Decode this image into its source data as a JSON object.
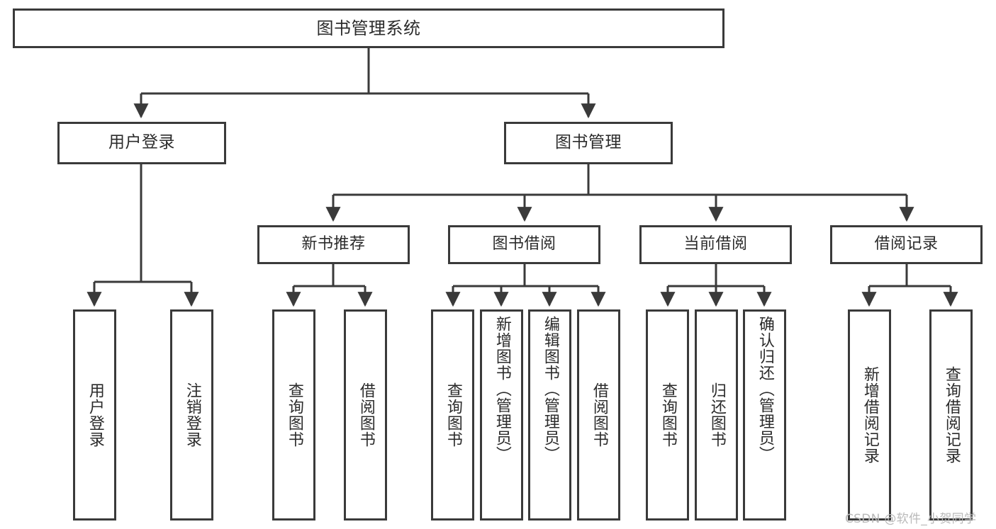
{
  "diagram": {
    "title": "图书管理系统",
    "root": {
      "id": "root",
      "label": "图书管理系统"
    },
    "level2": [
      {
        "id": "user-login",
        "label": "用户登录"
      },
      {
        "id": "book-management",
        "label": "图书管理"
      }
    ],
    "level3": [
      {
        "id": "new-book-recommend",
        "label": "新书推荐"
      },
      {
        "id": "book-borrow",
        "label": "图书借阅"
      },
      {
        "id": "current-borrow",
        "label": "当前借阅"
      },
      {
        "id": "borrow-record",
        "label": "借阅记录"
      }
    ],
    "leaves": {
      "user_login": [
        {
          "id": "leaf-user-login",
          "label": "用户登录"
        },
        {
          "id": "leaf-logout-login",
          "label": "注销登录"
        }
      ],
      "new_book_recommend": [
        {
          "id": "leaf-query-book-1",
          "label": "查询图书"
        },
        {
          "id": "leaf-borrow-book-1",
          "label": "借阅图书"
        }
      ],
      "book_borrow": [
        {
          "id": "leaf-query-book-2",
          "label": "查询图书"
        },
        {
          "id": "leaf-add-book",
          "label": "新增图书（管理员）"
        },
        {
          "id": "leaf-edit-book",
          "label": "编辑图书（管理员）"
        },
        {
          "id": "leaf-borrow-book-2",
          "label": "借阅图书"
        }
      ],
      "current_borrow": [
        {
          "id": "leaf-query-book-3",
          "label": "查询图书"
        },
        {
          "id": "leaf-return-book",
          "label": "归还图书"
        },
        {
          "id": "leaf-confirm-return",
          "label": "确认归还（管理员）"
        }
      ],
      "borrow_record": [
        {
          "id": "leaf-add-record",
          "label": "新增借阅记录"
        },
        {
          "id": "leaf-query-record",
          "label": "查询借阅记录"
        }
      ]
    }
  },
  "colors": {
    "stroke": "#3a3a3a",
    "text": "#2b2b2b",
    "background": "#ffffff",
    "watermark": "#b9b9b9"
  },
  "watermark": {
    "text": "CSDN @软件_小贺同学"
  }
}
